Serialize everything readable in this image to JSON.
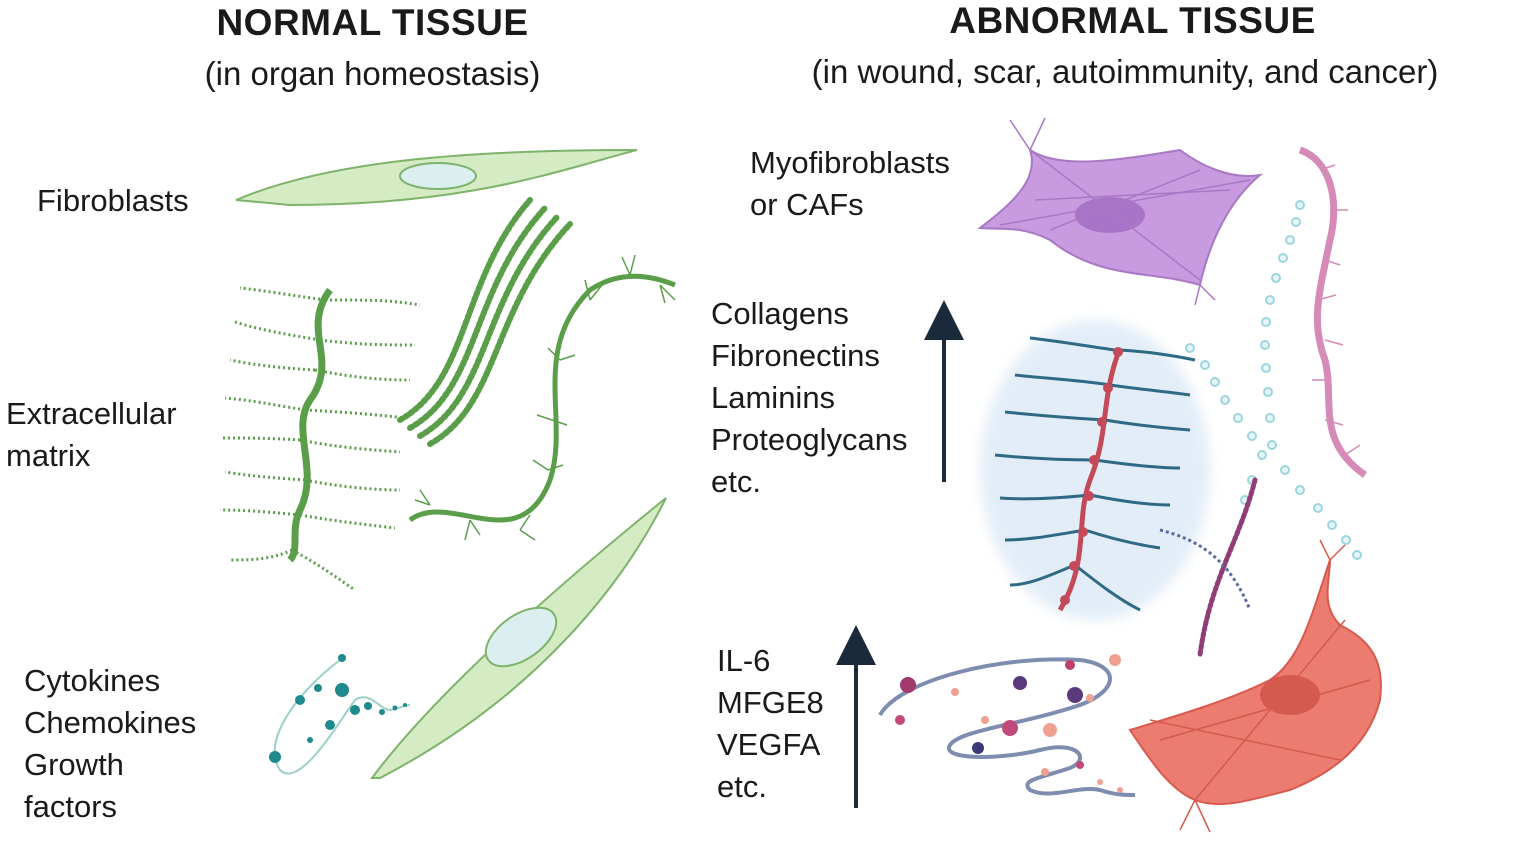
{
  "normal": {
    "title": "NORMAL TISSUE",
    "subtitle": "(in organ homeostasis)",
    "labels": {
      "fibroblasts": "Fibroblasts",
      "ecm": [
        "Extracellular",
        "matrix"
      ],
      "signals": [
        "Cytokines",
        "Chemokines",
        "Growth",
        "factors"
      ]
    }
  },
  "abnormal": {
    "title": "ABNORMAL TISSUE",
    "subtitle": "(in wound, scar, autoimmunity, and cancer)",
    "labels": {
      "myofibroblasts": [
        "Myofibroblasts",
        "or CAFs"
      ],
      "ecm_components": [
        "Collagens",
        "Fibronectins",
        "Laminins",
        "Proteoglycans",
        "etc."
      ],
      "factors": [
        "IL-6",
        "MFGE8",
        "VEGFA",
        "etc."
      ]
    }
  },
  "colors": {
    "normal_green": "#5a9e4a",
    "fibroblast_fill": "#d4ebc3",
    "myofibroblast_purple": "#c89be0",
    "caf_red": "#ec7c70",
    "ecm_blue": "#2e6a86",
    "arrow": "#1b2a3a"
  }
}
